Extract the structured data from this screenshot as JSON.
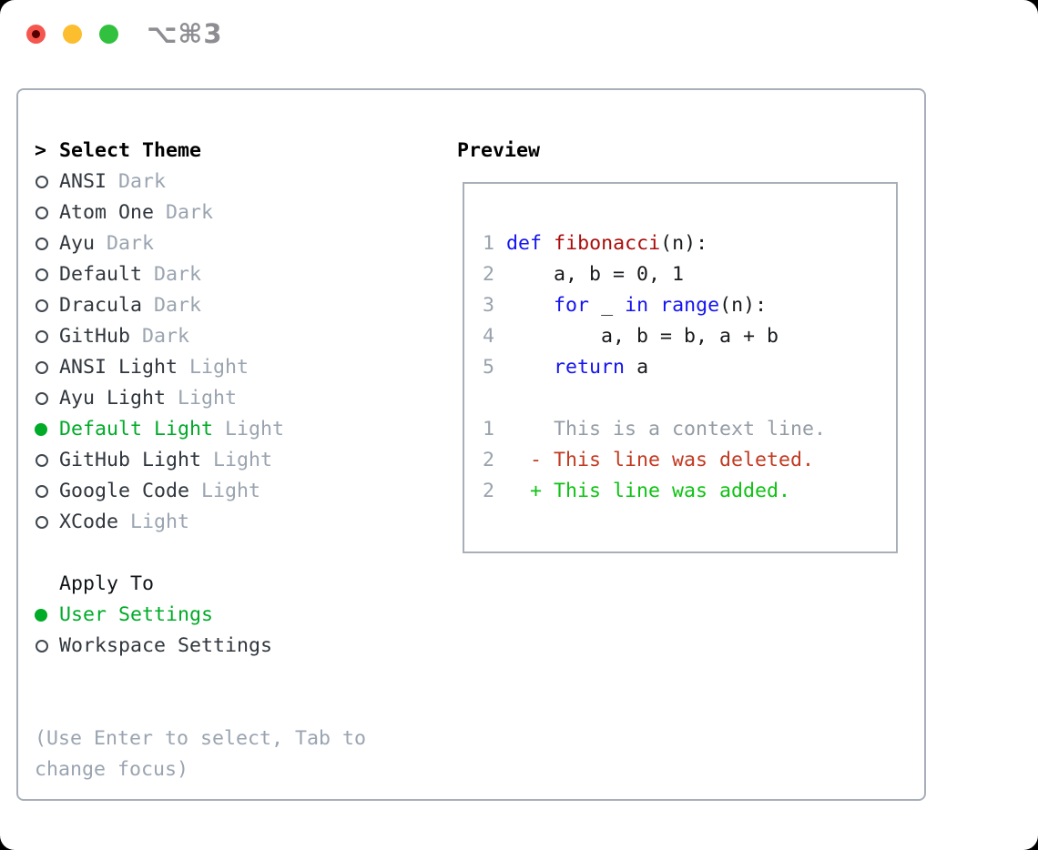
{
  "titlebar": {
    "shortcut": "⌥⌘3"
  },
  "theme_panel": {
    "cursor": ">",
    "title": "Select Theme",
    "themes": [
      {
        "name": "ANSI",
        "variant": "Dark",
        "selected": false
      },
      {
        "name": "Atom One",
        "variant": "Dark",
        "selected": false
      },
      {
        "name": "Ayu",
        "variant": "Dark",
        "selected": false
      },
      {
        "name": "Default",
        "variant": "Dark",
        "selected": false
      },
      {
        "name": "Dracula",
        "variant": "Dark",
        "selected": false
      },
      {
        "name": "GitHub",
        "variant": "Dark",
        "selected": false
      },
      {
        "name": "ANSI Light",
        "variant": "Light",
        "selected": false
      },
      {
        "name": "Ayu Light",
        "variant": "Light",
        "selected": false
      },
      {
        "name": "Default Light",
        "variant": "Light",
        "selected": true
      },
      {
        "name": "GitHub Light",
        "variant": "Light",
        "selected": false
      },
      {
        "name": "Google Code",
        "variant": "Light",
        "selected": false
      },
      {
        "name": "XCode",
        "variant": "Light",
        "selected": false
      }
    ],
    "apply_to": {
      "title": "Apply To",
      "options": [
        {
          "name": "User Settings",
          "selected": true
        },
        {
          "name": "Workspace Settings",
          "selected": false
        }
      ]
    },
    "hint": "(Use Enter to select, Tab to change focus)"
  },
  "preview": {
    "title": "Preview",
    "code_lines": [
      {
        "num": "1",
        "tokens": [
          {
            "text": "def",
            "type": "keyword"
          },
          {
            "text": " ",
            "type": "plain"
          },
          {
            "text": "fibonacci",
            "type": "function"
          },
          {
            "text": "(n):",
            "type": "plain"
          }
        ]
      },
      {
        "num": "2",
        "tokens": [
          {
            "text": "    a, b = 0, 1",
            "type": "plain"
          }
        ]
      },
      {
        "num": "3",
        "tokens": [
          {
            "text": "    ",
            "type": "plain"
          },
          {
            "text": "for",
            "type": "keyword"
          },
          {
            "text": " _ ",
            "type": "plain"
          },
          {
            "text": "in",
            "type": "keyword"
          },
          {
            "text": " ",
            "type": "plain"
          },
          {
            "text": "range",
            "type": "keyword"
          },
          {
            "text": "(n):",
            "type": "plain"
          }
        ]
      },
      {
        "num": "4",
        "tokens": [
          {
            "text": "        a, b = b, a + b",
            "type": "plain"
          }
        ]
      },
      {
        "num": "5",
        "tokens": [
          {
            "text": "    ",
            "type": "plain"
          },
          {
            "text": "return",
            "type": "keyword"
          },
          {
            "text": " a",
            "type": "plain"
          }
        ]
      }
    ],
    "diff_lines": [
      {
        "num": "1",
        "prefix": "     ",
        "text": "This is a context line.",
        "type": "context"
      },
      {
        "num": "2",
        "prefix": "   - ",
        "text": "This line was deleted.",
        "type": "deleted"
      },
      {
        "num": "2",
        "prefix": "   + ",
        "text": "This line was added.",
        "type": "added"
      }
    ]
  },
  "colors": {
    "window_bg": "#ffffff",
    "page_bg": "#000000",
    "border": "#a8afb9",
    "text": "#30363d",
    "title_text": "#000000",
    "muted": "#9aa4b0",
    "selected_green": "#00ab28",
    "keyword_blue": "#1414f0",
    "function_red": "#ab0c0c",
    "code_text": "#17191c",
    "line_number": "#99a3ae",
    "diff_context": "#949ca6",
    "diff_deleted": "#c23a21",
    "diff_added": "#0fc214",
    "traffic_red": "#f5564d",
    "traffic_red_dot": "#550000",
    "traffic_yellow": "#fcbd2f",
    "traffic_green": "#31c13e",
    "shortcut_gray": "#8d8d92"
  }
}
